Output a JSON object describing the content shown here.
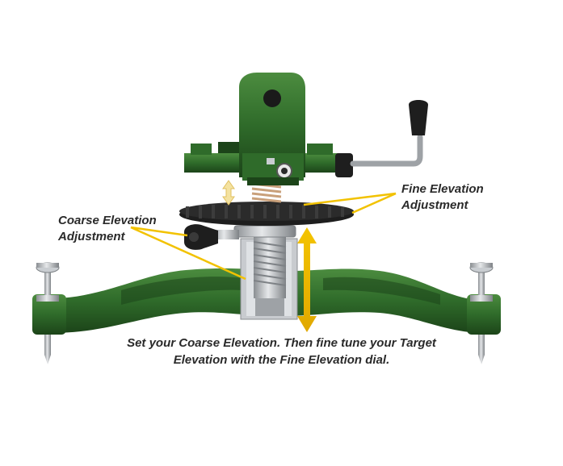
{
  "labels": {
    "fine_elevation": {
      "line1": "Fine Elevation",
      "line2": "Adjustment"
    },
    "coarse_elevation": {
      "line1": "Coarse Elevation",
      "line2": "Adjustment"
    }
  },
  "caption": {
    "line1": "Set your Coarse Elevation.  Then fine tune your Target",
    "line2": "Elevation with the Fine Elevation dial."
  },
  "colors": {
    "body_green": "#2f6b2a",
    "highlight_green": "#4c8c3f",
    "dark_green": "#1c4419",
    "leader_yellow": "#f2c200",
    "arrow_yellow": "#f4c400",
    "dial_black": "#1e1e1e",
    "metal": "#b8bcc0"
  },
  "icons": [
    "double-headed-arrow-icon",
    "crank-handle-icon"
  ]
}
